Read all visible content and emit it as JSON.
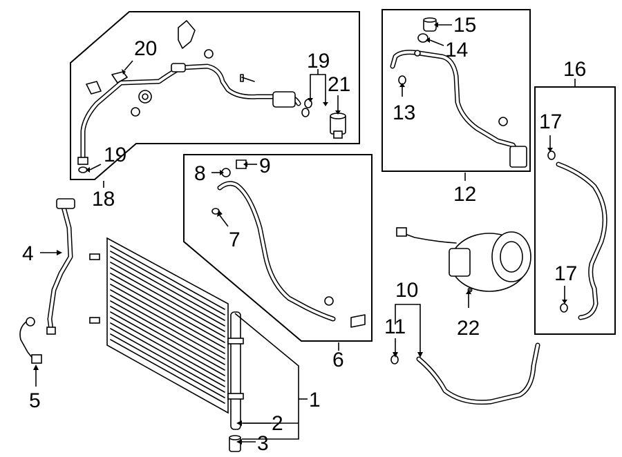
{
  "callouts": {
    "c1": "1",
    "c2": "2",
    "c3": "3",
    "c4": "4",
    "c5": "5",
    "c6": "6",
    "c7": "7",
    "c8": "8",
    "c9": "9",
    "c10": "10",
    "c11": "11",
    "c12": "12",
    "c13": "13",
    "c14": "14",
    "c15": "15",
    "c16": "16",
    "c17a": "17",
    "c17b": "17",
    "c18": "18",
    "c19a": "19",
    "c19b": "19",
    "c20": "20",
    "c21": "21",
    "c22": "22"
  }
}
